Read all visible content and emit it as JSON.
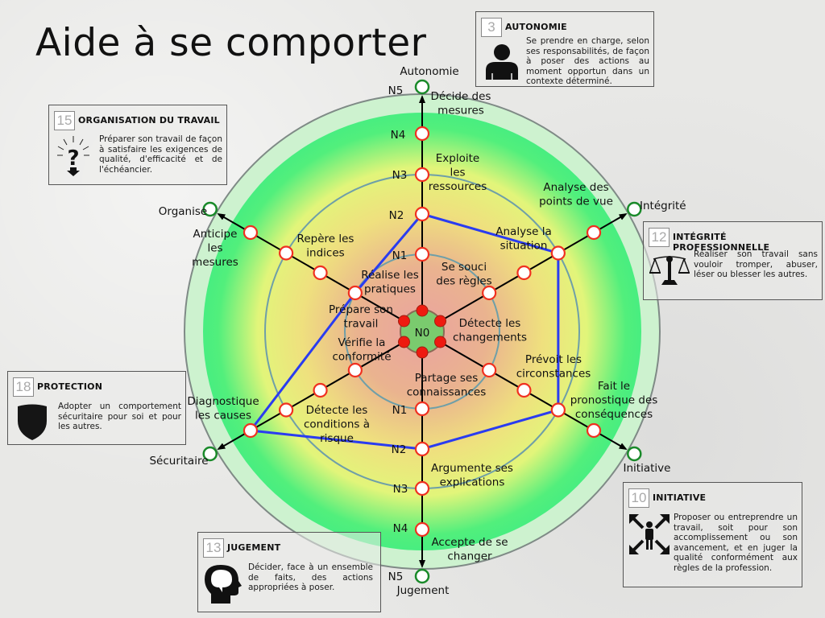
{
  "title": "Aide à se comporter",
  "center_label": "N0",
  "level_labels_top": [
    "N1",
    "N2",
    "N3",
    "N4",
    "N5"
  ],
  "level_labels_bottom": [
    "N1",
    "N2",
    "N3",
    "N4",
    "N5"
  ],
  "axes": [
    {
      "name": "Autonomie",
      "score_level": 2
    },
    {
      "name": "Intégrité",
      "score_level": 3
    },
    {
      "name": "Initiative",
      "score_level": 3
    },
    {
      "name": "Jugement",
      "score_level": 2
    },
    {
      "name": "Sécuritaire",
      "score_level": 4
    },
    {
      "name": "Organise",
      "score_level": 1
    }
  ],
  "skill_labels": [
    [
      "Décide des",
      "mesures"
    ],
    [
      "Exploite",
      "les",
      "ressources"
    ],
    [
      "Réalise les",
      "pratiques"
    ],
    [
      "Se souci",
      "des règles"
    ],
    [
      "Analyse des",
      "points de vue"
    ],
    [
      "Analyse la",
      "situation"
    ],
    [
      "Détecte les",
      "changements"
    ],
    [
      "Prévoit les",
      "circonstances"
    ],
    [
      "Fait le",
      "pronostique des",
      "conséquences"
    ],
    [
      "Partage ses",
      "connaissances"
    ],
    [
      "Argumente ses",
      "explications"
    ],
    [
      "Accepte de se",
      "changer"
    ],
    [
      "Détecte les",
      "conditions à",
      "risque"
    ],
    [
      "Diagnostique",
      "les causes"
    ],
    [
      "Vérifie la",
      "conformité"
    ],
    [
      "Prépare son",
      "travail"
    ],
    [
      "Repère les",
      "indices"
    ],
    [
      "Anticipe",
      "les",
      "mesures"
    ]
  ],
  "cards": {
    "autonomie": {
      "number": "3",
      "title": "AUTONOMIE",
      "text": "Se prendre en charge, selon ses responsabilités, de façon à poser des actions au moment opportun dans un contexte déterminé.",
      "icon": "person-icon"
    },
    "organisation": {
      "number": "15",
      "title": "ORGANISATION DU TRAVAIL",
      "text": "Préparer son travail de façon à satisfaire les exigences de qualité, d'efficacité et de l'échéancier.",
      "icon": "question-idea-icon"
    },
    "integrite": {
      "number": "12",
      "title": "INTÉGRITÉ PROFESSIONNELLE",
      "text": "Réaliser son travail sans vouloir tromper, abuser, léser ou blesser les autres.",
      "icon": "scales-icon"
    },
    "protection": {
      "number": "18",
      "title": "PROTECTION",
      "text": "Adopter un comportement sécuritaire pour soi et pour les autres.",
      "icon": "shield-icon"
    },
    "initiative": {
      "number": "10",
      "title": "INITIATIVE",
      "text": "Proposer ou entreprendre un travail, soit pour son accomplissement ou son avancement, et en juger la qualité conformément aux règles de la profession.",
      "icon": "expand-arrows-person-icon"
    },
    "jugement": {
      "number": "13",
      "title": "JUGEMENT",
      "text": "Décider, face à un ensemble de faits, des actions appropriées à poser.",
      "icon": "head-profile-icon"
    }
  },
  "colors": {
    "profile_line": "#2a3cf0",
    "node_stroke": "#f03020",
    "n0_fill": "#7acb6e",
    "n0_dots": "#ee1a10",
    "n5_stroke": "#1a8a2a"
  }
}
